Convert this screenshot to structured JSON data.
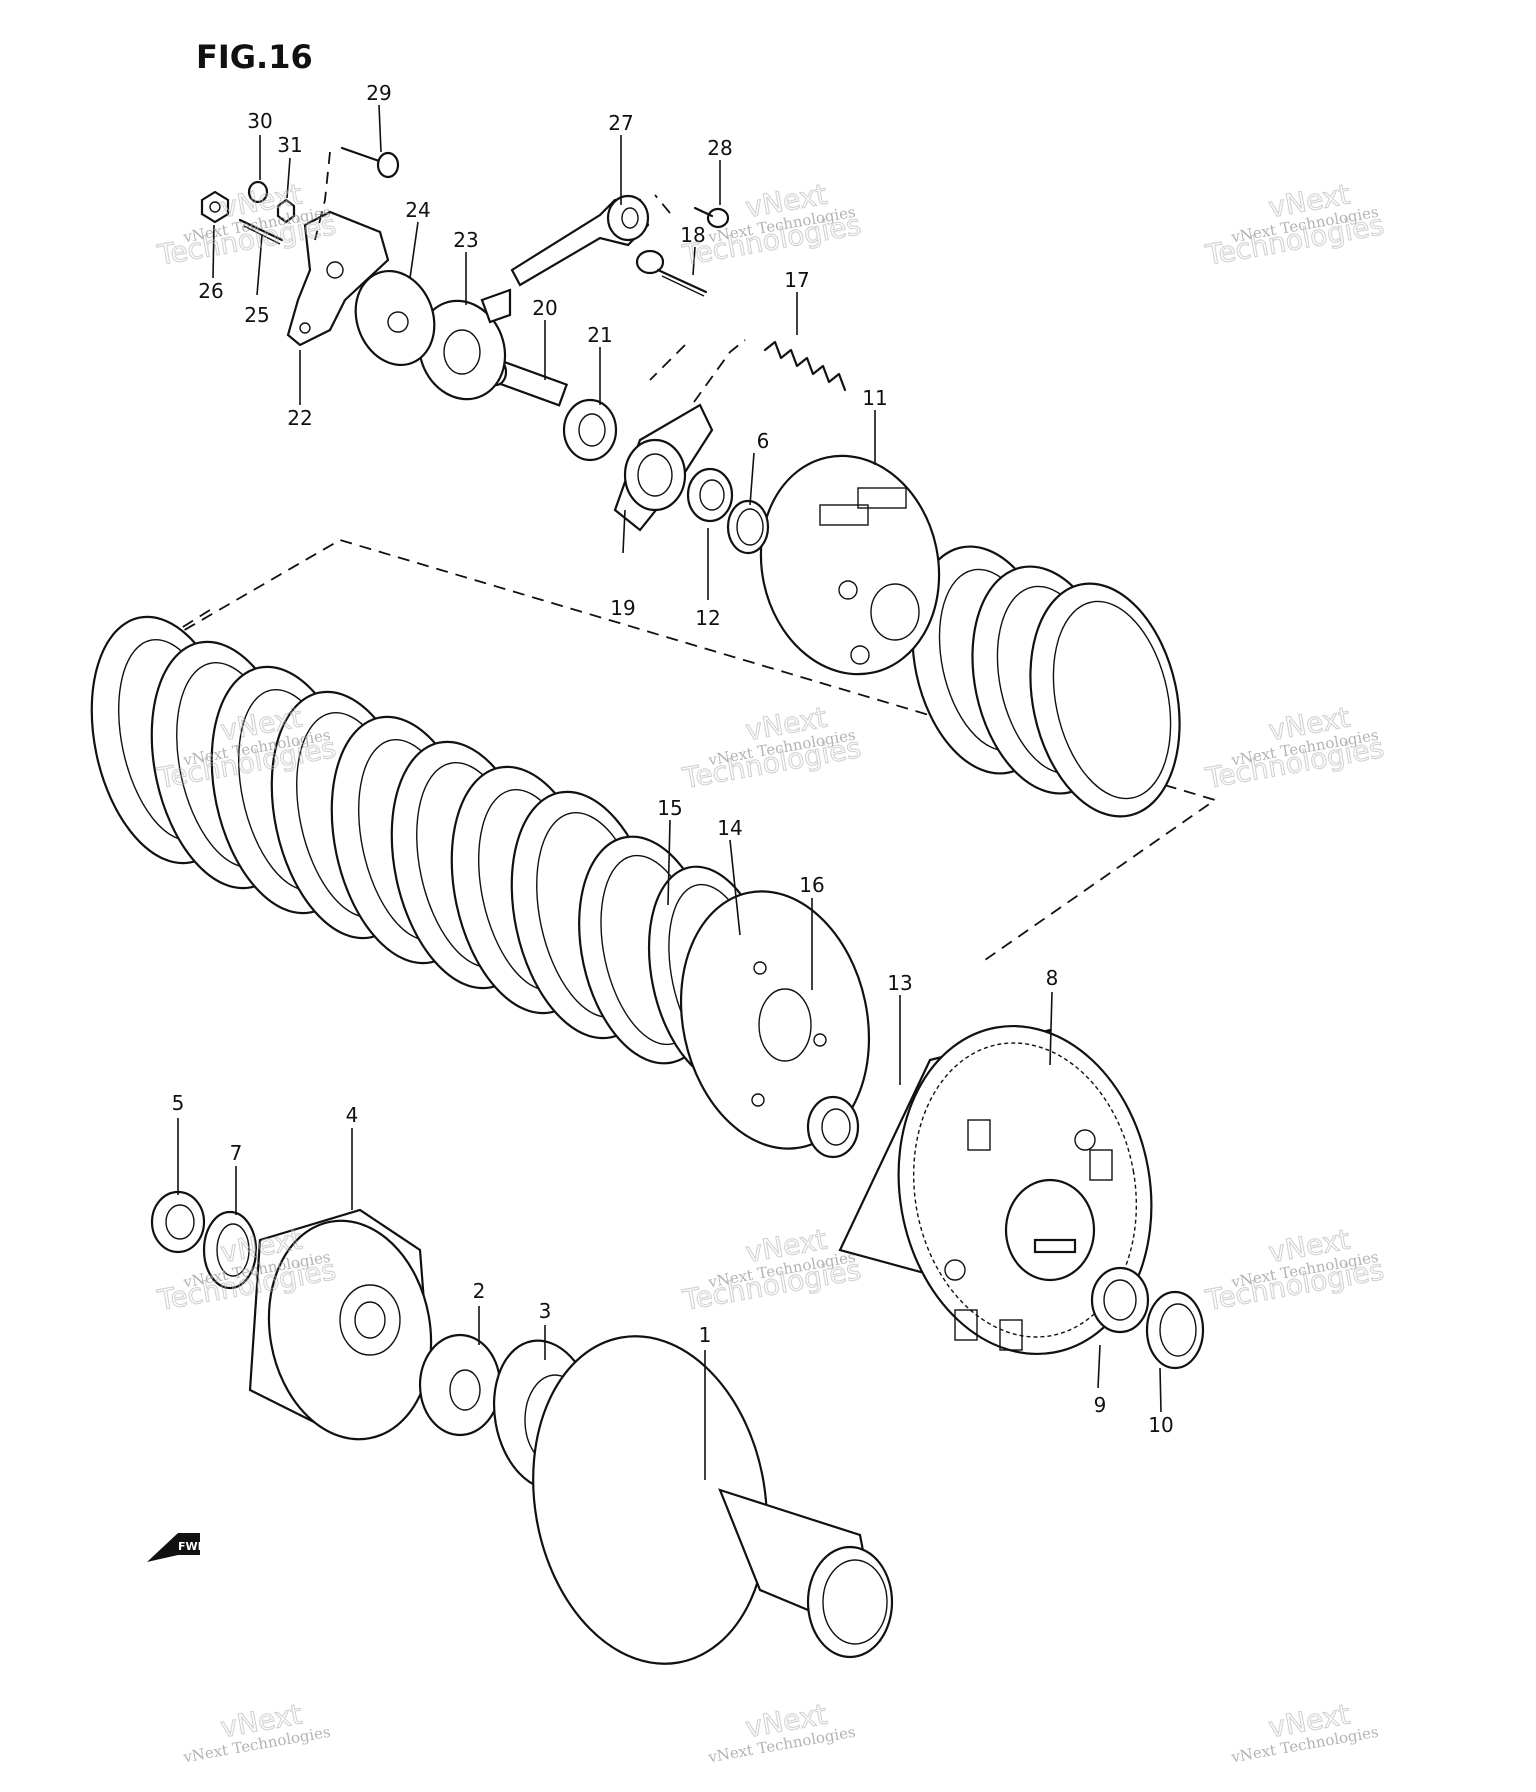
{
  "figure_title": "FIG.16",
  "parts": [
    {
      "number": "1"
    },
    {
      "number": "2"
    },
    {
      "number": "3"
    },
    {
      "number": "4"
    },
    {
      "number": "5"
    },
    {
      "number": "6"
    },
    {
      "number": "7"
    },
    {
      "number": "8"
    },
    {
      "number": "9"
    },
    {
      "number": "10"
    },
    {
      "number": "11"
    },
    {
      "number": "12"
    },
    {
      "number": "13"
    },
    {
      "number": "14"
    },
    {
      "number": "15"
    },
    {
      "number": "16"
    },
    {
      "number": "17"
    },
    {
      "number": "18"
    },
    {
      "number": "19"
    },
    {
      "number": "20"
    },
    {
      "number": "21"
    },
    {
      "number": "22"
    },
    {
      "number": "23"
    },
    {
      "number": "24"
    },
    {
      "number": "25"
    },
    {
      "number": "26"
    },
    {
      "number": "27"
    },
    {
      "number": "28"
    },
    {
      "number": "29"
    },
    {
      "number": "30"
    },
    {
      "number": "31"
    }
  ],
  "watermark": {
    "line1": "vNext Technologies",
    "line2a": "vNext",
    "line2b": "Technologies"
  },
  "direction_label": "FWD"
}
